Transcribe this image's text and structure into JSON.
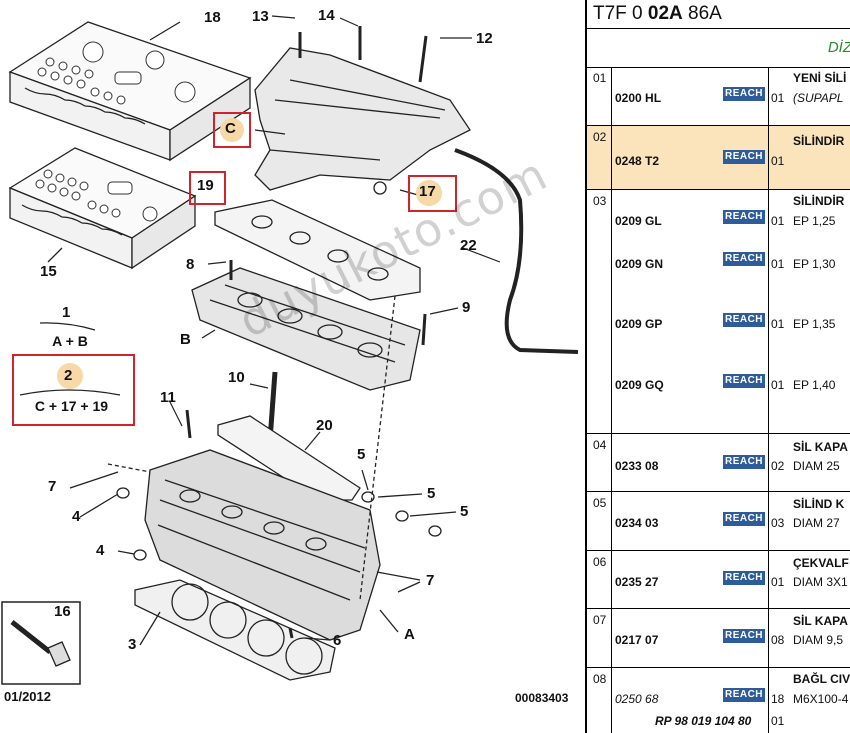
{
  "diagram": {
    "callouts": [
      "18",
      "13",
      "14",
      "12",
      "C",
      "19",
      "17",
      "22",
      "8",
      "9",
      "B",
      "1",
      "A + B",
      "2",
      "C + 17 + 19",
      "15",
      "10",
      "11",
      "20",
      "5",
      "5",
      "5",
      "7",
      "4",
      "4",
      "7",
      "3",
      "A",
      "6",
      "16"
    ],
    "date": "01/2012",
    "ref": "00083403",
    "watermark": "duyukoto.com"
  },
  "table": {
    "title_prefix": "T7F 0 ",
    "title_bold": "02A",
    "title_suffix": " 86A",
    "subheader": "DİZE",
    "reach_label": "REACH",
    "rows": [
      {
        "idx": "01",
        "parts": [
          {
            "ref": "0200 HL",
            "qty": "01",
            "desc": "YENİ SİLİ",
            "desc2": "(SUPAPL"
          }
        ]
      },
      {
        "idx": "02",
        "parts": [
          {
            "ref": "0248 T2",
            "qty": "01",
            "desc": "SİLİNDİR"
          }
        ]
      },
      {
        "idx": "03",
        "parts": [
          {
            "ref": "0209 GL",
            "qty": "01",
            "desc": "SİLİNDİR",
            "desc2": "EP 1,25"
          },
          {
            "ref": "0209 GN",
            "qty": "01",
            "desc2": "EP 1,30"
          },
          {
            "ref": "0209 GP",
            "qty": "01",
            "desc2": "EP 1,35"
          },
          {
            "ref": "0209 GQ",
            "qty": "01",
            "desc2": "EP 1,40"
          }
        ]
      },
      {
        "idx": "04",
        "parts": [
          {
            "ref": "0233 08",
            "qty": "02",
            "desc": "SİL KAPA",
            "desc2": "DIAM 25"
          }
        ]
      },
      {
        "idx": "05",
        "parts": [
          {
            "ref": "0234 03",
            "qty": "03",
            "desc": "SİLİND K",
            "desc2": "DIAM 27"
          }
        ]
      },
      {
        "idx": "06",
        "parts": [
          {
            "ref": "0235 27",
            "qty": "01",
            "desc": "ÇEKVALF",
            "desc2": "DIAM 3X1"
          }
        ]
      },
      {
        "idx": "07",
        "parts": [
          {
            "ref": "0217 07",
            "qty": "08",
            "desc": "SİL KAPA",
            "desc2": "DIAM 9,5"
          }
        ]
      },
      {
        "idx": "08",
        "parts": [
          {
            "ref": "0250 68",
            "qty": "18",
            "desc": "BAĞL CIV",
            "desc2": "M6X100-4"
          }
        ],
        "rp": "RP 98 019 104 80",
        "rp_qty": "01"
      }
    ]
  }
}
